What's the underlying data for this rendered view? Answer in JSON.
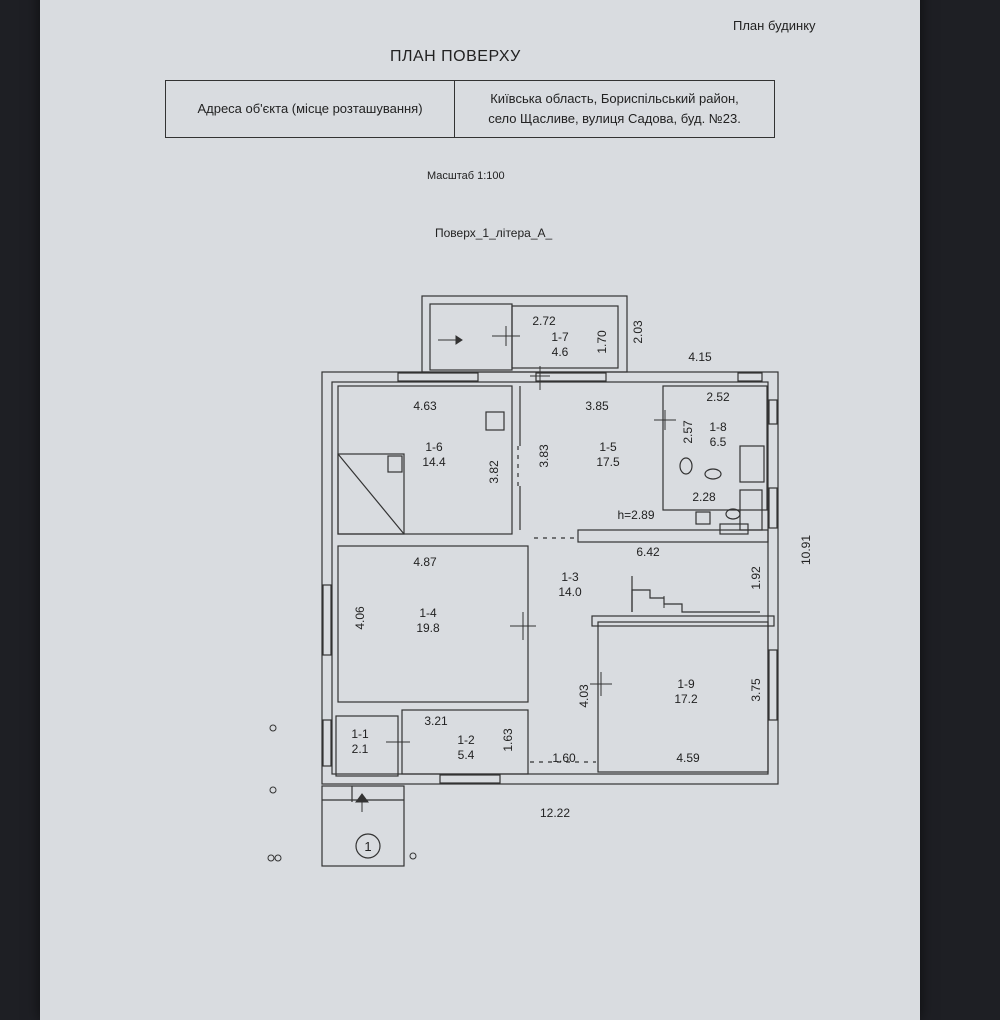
{
  "header": {
    "corner_label": "План будинку",
    "title": "ПЛАН ПОВЕРХУ",
    "address_label": "Адреса об'єкта (місце розташування)",
    "address_line1": "Київська область, Бориспільський район,",
    "address_line2": "село Щасливе, вулиця Садова, буд. №23.",
    "scale": "Масштаб 1:100",
    "floor": "Поверх_1_літера_А_"
  },
  "plan": {
    "rooms": [
      {
        "id": "1-1",
        "area": "2.1"
      },
      {
        "id": "1-2",
        "area": "5.4"
      },
      {
        "id": "1-3",
        "area": "14.0"
      },
      {
        "id": "1-4",
        "area": "19.8"
      },
      {
        "id": "1-5",
        "area": "17.5"
      },
      {
        "id": "1-6",
        "area": "14.4"
      },
      {
        "id": "1-7",
        "area": "4.6"
      },
      {
        "id": "1-8",
        "area": "6.5"
      },
      {
        "id": "1-9",
        "area": "17.2"
      }
    ],
    "dimensions": {
      "d_2_72": "2.72",
      "d_1_70": "1.70",
      "d_2_03": "2.03",
      "d_4_15": "4.15",
      "d_4_63": "4.63",
      "d_3_85": "3.85",
      "d_2_52": "2.52",
      "d_2_57": "2.57",
      "d_3_82": "3.82",
      "d_3_83": "3.83",
      "d_2_28": "2.28",
      "ceiling_height": "h=2.89",
      "d_10_91": "10.91",
      "d_4_87": "4.87",
      "d_6_42": "6.42",
      "d_1_92": "1.92",
      "d_4_06": "4.06",
      "d_4_03": "4.03",
      "d_3_75": "3.75",
      "d_3_21": "3.21",
      "d_1_63": "1.63",
      "d_1_60": "1.60",
      "d_4_59": "4.59",
      "d_12_22": "12.22"
    },
    "entrance_marker": "1"
  }
}
